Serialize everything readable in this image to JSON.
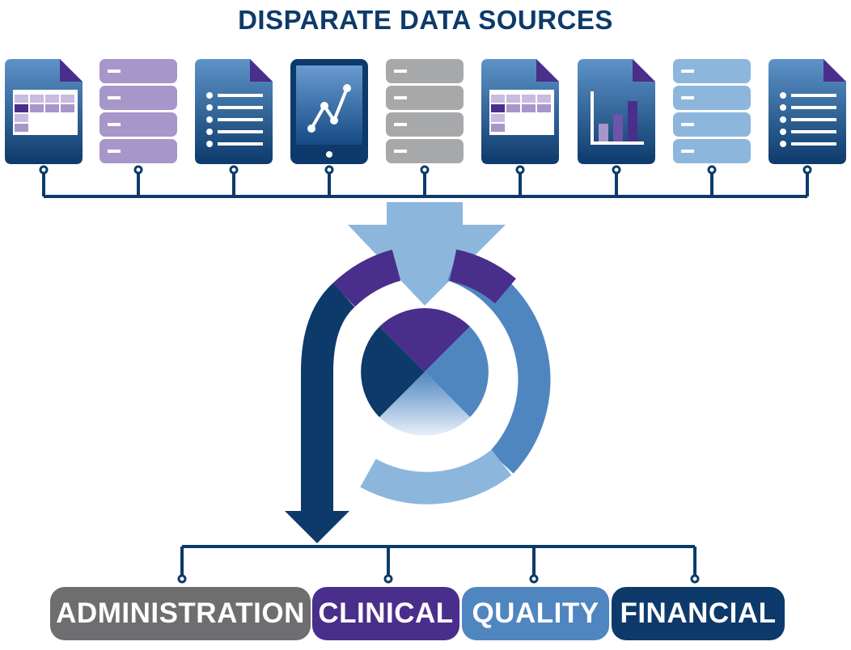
{
  "title": "DISPARATE DATA SOURCES",
  "colors": {
    "navy": "#0d3a6b",
    "purple": "#4a2e8c",
    "blue": "#4f86c0",
    "light_blue": "#8db6dd",
    "gray": "#6e6e70",
    "light_gray": "#a7a8aa",
    "lavender": "#a796c9"
  },
  "sources": [
    {
      "kind": "spreadsheet-document",
      "icon": "spreadsheet-icon"
    },
    {
      "kind": "database",
      "icon": "database-icon",
      "color": "lavender"
    },
    {
      "kind": "list-document",
      "icon": "list-icon"
    },
    {
      "kind": "tablet-chart",
      "icon": "line-chart-icon"
    },
    {
      "kind": "database",
      "icon": "database-icon",
      "color": "light_gray"
    },
    {
      "kind": "spreadsheet-document",
      "icon": "spreadsheet-icon"
    },
    {
      "kind": "bar-chart-document",
      "icon": "bar-chart-icon"
    },
    {
      "kind": "database",
      "icon": "database-icon",
      "color": "light_blue"
    },
    {
      "kind": "list-document",
      "icon": "list-icon"
    }
  ],
  "center_logo": {
    "icon": "p-logo-icon"
  },
  "outputs": [
    {
      "label": "ADMINISTRATION",
      "color": "#6e6e70"
    },
    {
      "label": "CLINICAL",
      "color": "#4a2e8c"
    },
    {
      "label": "QUALITY",
      "color": "#4f86c0"
    },
    {
      "label": "FINANCIAL",
      "color": "#0d3a6b"
    }
  ]
}
